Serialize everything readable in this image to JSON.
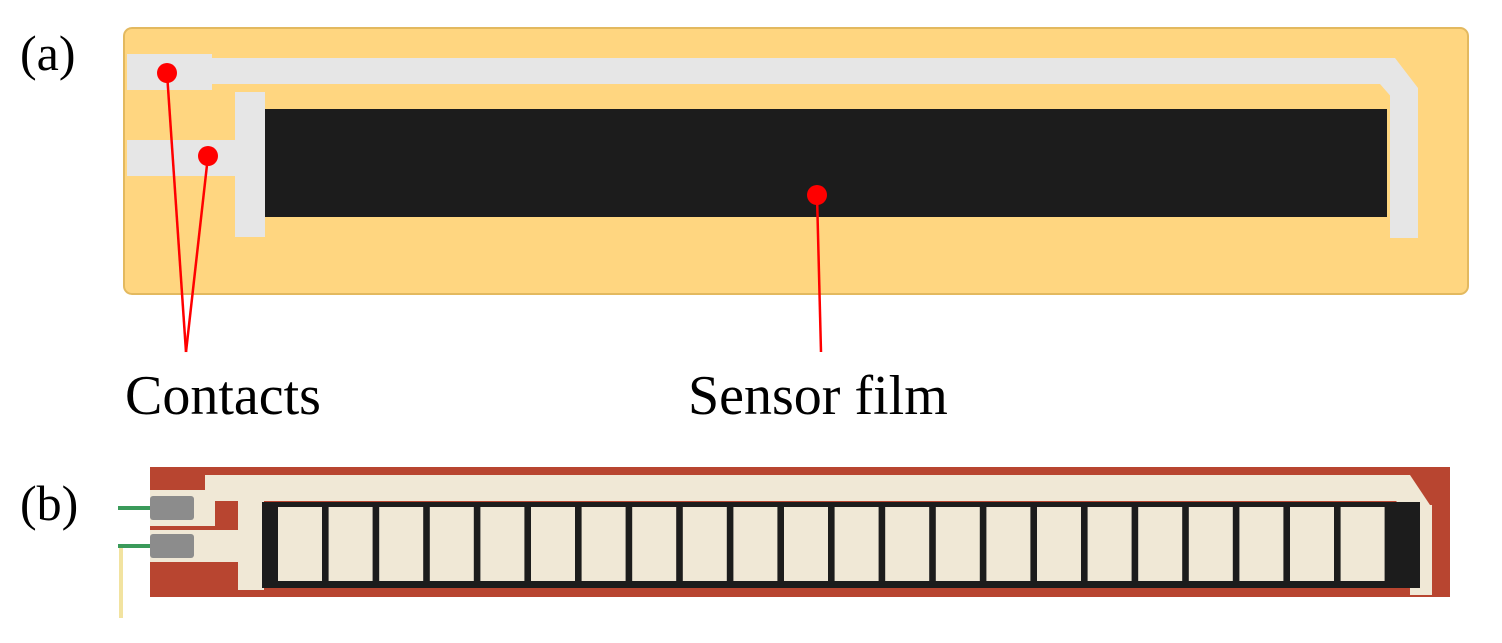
{
  "panels": [
    {
      "id": "a",
      "label": "(a)"
    },
    {
      "id": "b",
      "label": "(b)"
    }
  ],
  "callouts": {
    "contacts": "Contacts",
    "sensor_film": "Sensor film"
  },
  "colors": {
    "substrate_a": "#FFD680",
    "substrate_b": "#B84530",
    "conductor": "#E6E6E6",
    "conductor_b": "#F0E8D6",
    "film": "#1C1C1C",
    "marker": "#FF0000",
    "pin": "#8C8C8C",
    "wire_green": "#3A9A5A",
    "wire_yellow": "#F2E3A0"
  }
}
